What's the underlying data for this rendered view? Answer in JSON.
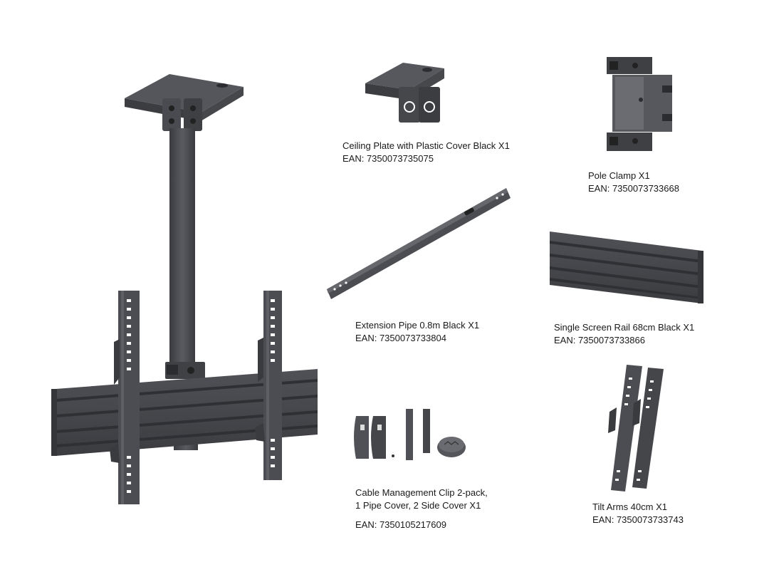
{
  "parts": [
    {
      "id": "ceiling-plate",
      "title": "Ceiling Plate with Plastic Cover Black X1",
      "ean": "EAN: 7350073735075"
    },
    {
      "id": "pole-clamp",
      "title": "Pole Clamp X1",
      "ean": "EAN: 7350073733668"
    },
    {
      "id": "extension-pipe",
      "title": "Extension Pipe 0.8m Black X1",
      "ean": "EAN: 7350073733804"
    },
    {
      "id": "screen-rail",
      "title": "Single Screen Rail 68cm Black X1",
      "ean": "EAN: 7350073733866"
    },
    {
      "id": "cable-clip",
      "title_line1": "Cable Management Clip 2-pack,",
      "title_line2": "1 Pipe Cover, 2 Side Cover X1",
      "ean": "EAN: 7350105217609"
    },
    {
      "id": "tilt-arms",
      "title": "Tilt Arms 40cm X1",
      "ean": "EAN: 7350073733743"
    }
  ],
  "colors": {
    "metal": "#48494d",
    "metal_dark": "#333438",
    "metal_light": "#6a6b70",
    "text": "#1a1a1a"
  }
}
